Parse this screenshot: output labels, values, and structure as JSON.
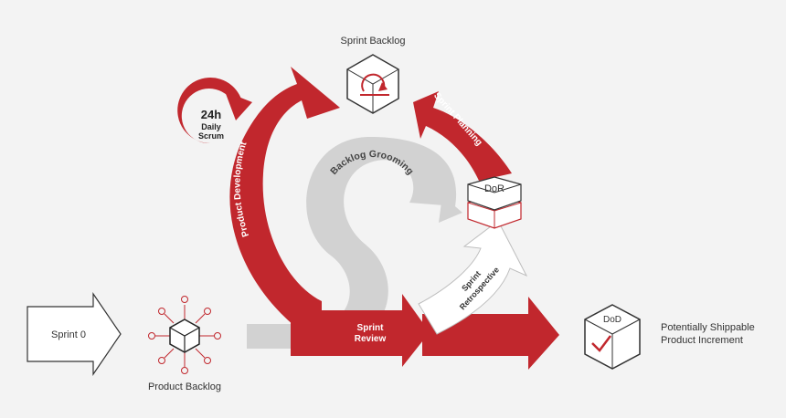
{
  "labels": {
    "sprint_backlog": "Sprint Backlog",
    "sprint_planning": "Sprint Planning",
    "dor": "DoR",
    "daily_scrum_hours": "24h",
    "daily_scrum_line1": "Daily",
    "daily_scrum_line2": "Scrum",
    "product_development": "Product Development",
    "backlog_grooming": "Backlog Grooming",
    "sprint_review_line1": "Sprint",
    "sprint_review_line2": "Review",
    "sprint_retro_line1": "Sprint",
    "sprint_retro_line2": "Retrospective",
    "sprint_zero": "Sprint 0",
    "product_backlog": "Product Backlog",
    "dod": "DoD",
    "increment_line1": "Potentially Shippable",
    "increment_line2": "Product Increment"
  },
  "colors": {
    "accent_red": "#c1272d",
    "grey": "#d2d2d2",
    "dark": "#333333",
    "background": "#f3f3f3"
  },
  "icons": {
    "sprint_backlog": "cycle-cube-icon",
    "product_backlog": "cube-network-icon",
    "dod": "checkmark-cube-icon"
  }
}
